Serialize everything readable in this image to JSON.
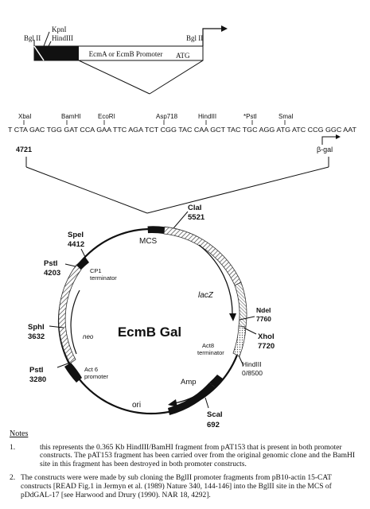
{
  "promoter": {
    "sites": [
      "Bgl II",
      "KpnI",
      "HindIII",
      "Bgl II"
    ],
    "box_label": "EcmA or EcmB Promoter",
    "atg": "ATG"
  },
  "mcs_sequence": {
    "sites": [
      "XbaI",
      "BamHI",
      "EcoRI",
      "Asp718",
      "HindIII",
      "*PstI",
      "SmaI"
    ],
    "sequence": "T CTA GAC TGG GAT CCA GAA TTC AGA TCT CGG TAC CAA GCT TAC TGC AGG ATG ATC CCG GGC AAT",
    "start_position": "4721",
    "beta_gal": "β-gal"
  },
  "plasmid": {
    "name": "EcmB Gal",
    "features": {
      "mcs": "MCS",
      "lacz": "lacZ",
      "neo": "neo",
      "amp": "Amp",
      "ori": "ori",
      "cp1_terminator": "CP1\nterminator",
      "act8_terminator": "Act8\nterminator",
      "act6_promoter": "Act 6\npromoter"
    },
    "sites": {
      "clai": [
        "ClaI",
        "5521"
      ],
      "spei": [
        "SpeI",
        "4412"
      ],
      "psti_top": [
        "PstI",
        "4203"
      ],
      "sphi": [
        "SphI",
        "3632"
      ],
      "psti_bottom": [
        "PstI",
        "3280"
      ],
      "ndei": [
        "NdeI",
        "7760"
      ],
      "xhoi": [
        "XhoI",
        "7720"
      ],
      "hindiii": [
        "HindIII",
        "0/8500"
      ],
      "scai": [
        "ScaI",
        "692"
      ]
    }
  },
  "notes": {
    "heading": "Notes",
    "items": [
      {
        "num": "1.",
        "text": "this represents the 0.365 Kb HindIII/BamHI fragment from pAT153 that is present in both promoter constructs. The pAT153 fragment has been carried over from the original genomic clone and the BamHI site in this fragment has been destroyed in both promoter constructs."
      },
      {
        "num": "2.",
        "text": "The constructs were were made by sub cloning the BglII promoter fragments from pB10-actin 15-CAT constructs [READ Fig.1 in Jermyn et al. (1989) Nature 340, 144-146] into the BglII site in the MCS of pDdGAL-17 [see Harwood and Drury (1990). NAR 18, 4292]."
      }
    ]
  },
  "colors": {
    "ink": "#111111",
    "hatch": "#555555"
  }
}
